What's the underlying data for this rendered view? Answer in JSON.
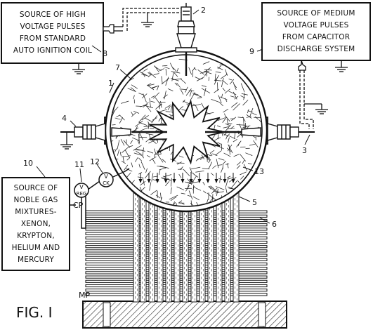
{
  "boxes": {
    "high_voltage": [
      "SOURCE OF HIGH",
      "VOLTAGE PULSES",
      "FROM STANDARD",
      "AUTO IGNITION COIL"
    ],
    "medium_voltage": [
      "SOURCE OF MEDIUM",
      "VOLTAGE PULSES",
      "FROM CAPACITOR",
      "DISCHARGE SYSTEM"
    ],
    "noble_gas": [
      "SOURCE OF",
      "NOBLE GAS",
      "MIXTURES-",
      "XENON,",
      "KRYPTON,",
      "HELIUM AND",
      "MERCURY"
    ]
  },
  "valves": {
    "regulator": [
      "V",
      "REG"
    ],
    "check": [
      "V",
      "CK"
    ]
  },
  "labels": {
    "n1": "1",
    "n2": "2",
    "n3": "3",
    "n4": "4",
    "n5": "5",
    "n6": "6",
    "n7": "7",
    "n8": "8",
    "n9": "9",
    "n10": "10",
    "n11": "11",
    "n12": "12",
    "n13": "13",
    "cp": "CP",
    "mp": "MP"
  },
  "figure_label": "FIG. I"
}
